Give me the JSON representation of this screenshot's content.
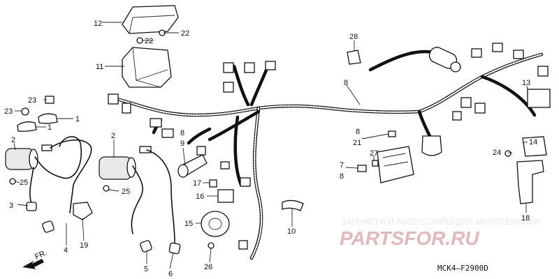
{
  "labels": {
    "l12": "12",
    "l22a": "22",
    "l22b": "22",
    "l11": "11",
    "l23a": "23",
    "l23b": "23",
    "l1a": "1",
    "l1b": "1",
    "l2a": "2",
    "l25a": "25",
    "l3": "3",
    "l4": "4",
    "l19": "19",
    "l2b": "2",
    "l25b": "25",
    "l5": "5",
    "l6": "6",
    "l8a": "8",
    "l9": "9",
    "l17": "17",
    "l16": "16",
    "l15": "15",
    "l26": "26",
    "l10": "10",
    "l28": "28",
    "l8b": "8",
    "l8c": "8",
    "l21": "21",
    "l27": "27",
    "l7": "7",
    "l8d": "8",
    "l13": "13",
    "l14": "14",
    "l24": "24",
    "l18": "18"
  },
  "watermark": {
    "caption": "ЗАПЧАСТИ И АКСЕССУАРЫ ДЛЯ МОТОТЕХНИКИ",
    "brand": "PARTSFOR.RU"
  },
  "direction_label": "FR.",
  "diagram_code": "MCK4–F2900D"
}
